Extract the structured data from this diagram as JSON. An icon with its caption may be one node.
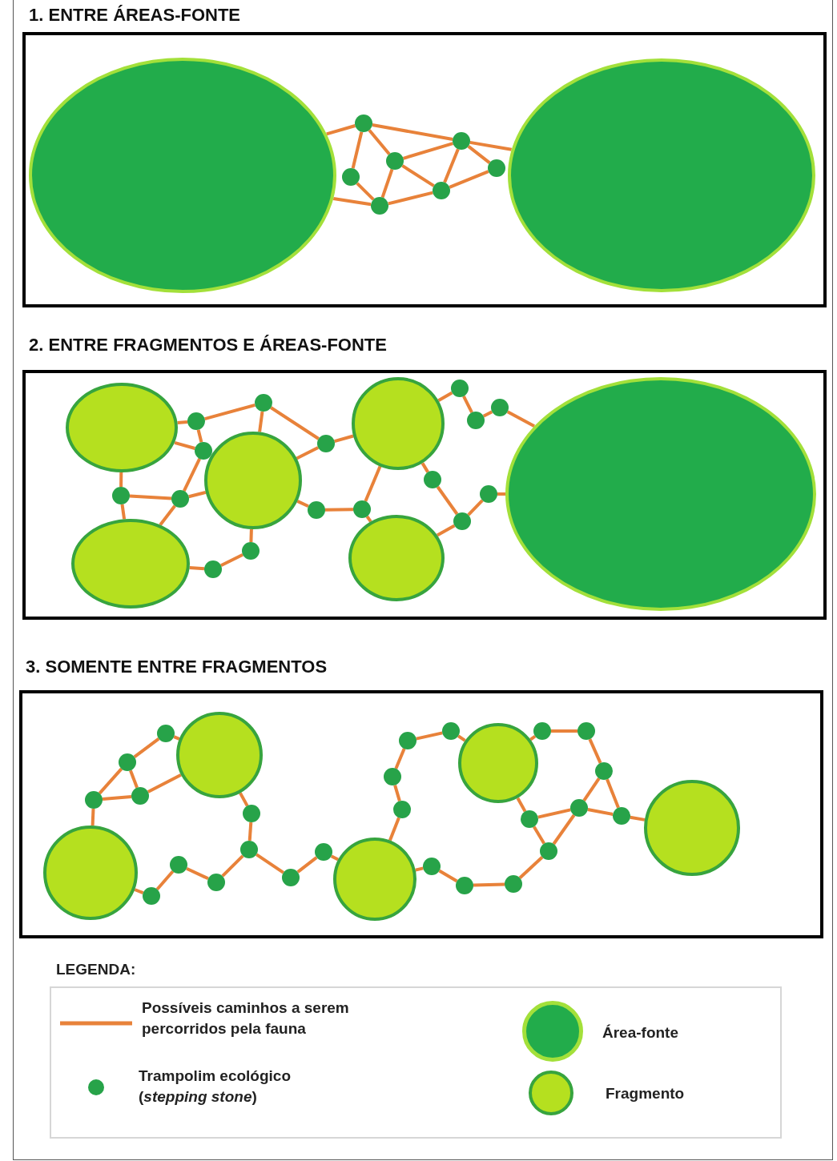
{
  "diagram": {
    "nodes": [
      {
        "text": [
          "1. ENTRE ÁREAS-FONTE"
        ]
      },
      {
        "text": [],
        "shape": "ellipse",
        "in": 0
      },
      {
        "text": [],
        "shape": "circle",
        "in": 0
      },
      {
        "text": [],
        "shape": "circle",
        "in": 0
      },
      {
        "text": [],
        "shape": "circle",
        "in": 0
      },
      {
        "text": [],
        "shape": "circle",
        "in": 0
      },
      {
        "text": [],
        "shape": "circle",
        "in": 0
      },
      {
        "text": [],
        "shape": "circle",
        "in": 0
      },
      {
        "text": [],
        "shape": "circle",
        "in": 0
      },
      {
        "text": [],
        "shape": "ellipse",
        "in": 0
      },
      {
        "text": [
          "2. ENTRE FRAGMENTOS E ÁREAS-FONTE"
        ]
      },
      {
        "text": [],
        "shape": "ellipse",
        "in": 10
      },
      {
        "text": [],
        "shape": "circle",
        "in": 10
      },
      {
        "text": [],
        "shape": "ellipse",
        "in": 10
      },
      {
        "text": [],
        "shape": "circle",
        "in": 10
      },
      {
        "text": [],
        "shape": "circle",
        "in": 10
      },
      {
        "text": [],
        "shape": "circle",
        "in": 10
      },
      {
        "text": [],
        "shape": "circle",
        "in": 10
      },
      {
        "text": [],
        "shape": "circle",
        "in": 10
      },
      {
        "text": [],
        "shape": "circle",
        "in": 10
      },
      {
        "text": [],
        "shape": "circle",
        "in": 10
      },
      {
        "text": [],
        "shape": "circle",
        "in": 10
      },
      {
        "text": [],
        "shape": "circle",
        "in": 10
      },
      {
        "text": [],
        "shape": "circle",
        "in": 10
      },
      {
        "text": [],
        "shape": "ellipse",
        "in": 10
      },
      {
        "text": [],
        "shape": "circle",
        "in": 10
      },
      {
        "text": [],
        "shape": "circle",
        "in": 10
      },
      {
        "text": [],
        "shape": "circle",
        "in": 10
      },
      {
        "text": [],
        "shape": "circle",
        "in": 10
      },
      {
        "text": [],
        "shape": "circle",
        "in": 10
      },
      {
        "text": [],
        "shape": "circle",
        "in": 10
      },
      {
        "text": [],
        "shape": "circle",
        "in": 10
      },
      {
        "text": [],
        "shape": "ellipse",
        "in": 10
      },
      {
        "text": [
          "3. SOMENTE ENTRE FRAGMENTOS"
        ]
      },
      {
        "text": [],
        "shape": "circle",
        "in": 33
      },
      {
        "text": [],
        "shape": "circle",
        "in": 33
      },
      {
        "text": [],
        "shape": "circle",
        "in": 33
      },
      {
        "text": [],
        "shape": "circle",
        "in": 33
      },
      {
        "text": [],
        "shape": "circle",
        "in": 33
      },
      {
        "text": [],
        "shape": "circle",
        "in": 33
      },
      {
        "text": [],
        "shape": "circle",
        "in": 33
      },
      {
        "text": [],
        "shape": "circle",
        "in": 33
      },
      {
        "text": [],
        "shape": "circle",
        "in": 33
      },
      {
        "text": [],
        "shape": "circle",
        "in": 33
      },
      {
        "text": [],
        "shape": "circle",
        "in": 33
      },
      {
        "text": [],
        "shape": "circle",
        "in": 33
      },
      {
        "text": [],
        "shape": "circle",
        "in": 33
      },
      {
        "text": [],
        "shape": "circle",
        "in": 33
      },
      {
        "text": [],
        "shape": "circle",
        "in": 33
      },
      {
        "text": [],
        "shape": "circle",
        "in": 33
      },
      {
        "text": [],
        "shape": "circle",
        "in": 33
      },
      {
        "text": [],
        "shape": "circle",
        "in": 33
      },
      {
        "text": [],
        "shape": "circle",
        "in": 33
      },
      {
        "text": [],
        "shape": "circle",
        "in": 33
      },
      {
        "text": [],
        "shape": "circle",
        "in": 33
      },
      {
        "text": [],
        "shape": "circle",
        "in": 33
      },
      {
        "text": [],
        "shape": "circle",
        "in": 33
      },
      {
        "text": [],
        "shape": "circle",
        "in": 33
      },
      {
        "text": [],
        "shape": "circle",
        "in": 33
      },
      {
        "text": [],
        "shape": "circle",
        "in": 33
      },
      {
        "text": [],
        "shape": "circle",
        "in": 33
      },
      {
        "text": [],
        "shape": "circle",
        "in": 33
      },
      {
        "text": [],
        "shape": "circle",
        "in": 33
      },
      {
        "text": [],
        "shape": "circle",
        "in": 33
      }
    ],
    "edges": [
      {
        "from": 1,
        "to": 3,
        "arrow": "none"
      },
      {
        "from": 1,
        "to": 4,
        "arrow": "none"
      },
      {
        "from": 3,
        "to": 2,
        "arrow": "none"
      },
      {
        "from": 3,
        "to": 5,
        "arrow": "none"
      },
      {
        "from": 3,
        "to": 7,
        "arrow": "none"
      },
      {
        "from": 2,
        "to": 4,
        "arrow": "none"
      },
      {
        "from": 5,
        "to": 4,
        "arrow": "none"
      },
      {
        "from": 5,
        "to": 7,
        "arrow": "none"
      },
      {
        "from": 5,
        "to": 6,
        "arrow": "none"
      },
      {
        "from": 7,
        "to": 6,
        "arrow": "none"
      },
      {
        "from": 7,
        "to": 9,
        "arrow": "none"
      },
      {
        "from": 4,
        "to": 6,
        "arrow": "none"
      },
      {
        "from": 6,
        "to": 8,
        "arrow": "none"
      },
      {
        "from": 7,
        "to": 8,
        "arrow": "none"
      },
      {
        "from": 11,
        "to": 15,
        "arrow": "none"
      },
      {
        "from": 15,
        "to": 20,
        "arrow": "none"
      },
      {
        "from": 20,
        "to": 19,
        "arrow": "none"
      },
      {
        "from": 15,
        "to": 16,
        "arrow": "none"
      },
      {
        "from": 11,
        "to": 16,
        "arrow": "none"
      },
      {
        "from": 16,
        "to": 14,
        "arrow": "none"
      },
      {
        "from": 14,
        "to": 13,
        "arrow": "none"
      },
      {
        "from": 20,
        "to": 22,
        "arrow": "none"
      },
      {
        "from": 22,
        "to": 19,
        "arrow": "none"
      },
      {
        "from": 22,
        "to": 25,
        "arrow": "none"
      },
      {
        "from": 11,
        "to": 12,
        "arrow": "none"
      },
      {
        "from": 12,
        "to": 13,
        "arrow": "none"
      },
      {
        "from": 12,
        "to": 14,
        "arrow": "none"
      },
      {
        "from": 14,
        "to": 19,
        "arrow": "none"
      },
      {
        "from": 25,
        "to": 27,
        "arrow": "none"
      },
      {
        "from": 27,
        "to": 29,
        "arrow": "none"
      },
      {
        "from": 29,
        "to": 31,
        "arrow": "none"
      },
      {
        "from": 31,
        "to": 32,
        "arrow": "none"
      },
      {
        "from": 25,
        "to": 26,
        "arrow": "none"
      },
      {
        "from": 26,
        "to": 28,
        "arrow": "none"
      },
      {
        "from": 28,
        "to": 30,
        "arrow": "none"
      },
      {
        "from": 30,
        "to": 32,
        "arrow": "none"
      },
      {
        "from": 25,
        "to": 23,
        "arrow": "none"
      },
      {
        "from": 19,
        "to": 21,
        "arrow": "none"
      },
      {
        "from": 21,
        "to": 23,
        "arrow": "none"
      },
      {
        "from": 23,
        "to": 24,
        "arrow": "none"
      },
      {
        "from": 28,
        "to": 24,
        "arrow": "none"
      },
      {
        "from": 19,
        "to": 18,
        "arrow": "none"
      },
      {
        "from": 18,
        "to": 17,
        "arrow": "none"
      },
      {
        "from": 17,
        "to": 13,
        "arrow": "none"
      },
      {
        "from": 42,
        "to": 39,
        "arrow": "none"
      },
      {
        "from": 39,
        "to": 36,
        "arrow": "none"
      },
      {
        "from": 36,
        "to": 35,
        "arrow": "none"
      },
      {
        "from": 36,
        "to": 37,
        "arrow": "none"
      },
      {
        "from": 35,
        "to": 37,
        "arrow": "none"
      },
      {
        "from": 37,
        "to": 42,
        "arrow": "none"
      },
      {
        "from": 35,
        "to": 34,
        "arrow": "none"
      },
      {
        "from": 42,
        "to": 44,
        "arrow": "none"
      },
      {
        "from": 44,
        "to": 43,
        "arrow": "none"
      },
      {
        "from": 43,
        "to": 41,
        "arrow": "none"
      },
      {
        "from": 41,
        "to": 40,
        "arrow": "none"
      },
      {
        "from": 40,
        "to": 38,
        "arrow": "none"
      },
      {
        "from": 38,
        "to": 34,
        "arrow": "none"
      },
      {
        "from": 43,
        "to": 45,
        "arrow": "none"
      },
      {
        "from": 45,
        "to": 46,
        "arrow": "none"
      },
      {
        "from": 46,
        "to": 47,
        "arrow": "none"
      },
      {
        "from": 47,
        "to": 49,
        "arrow": "none"
      },
      {
        "from": 49,
        "to": 48,
        "arrow": "none"
      },
      {
        "from": 48,
        "to": 50,
        "arrow": "none"
      },
      {
        "from": 50,
        "to": 52,
        "arrow": "none"
      },
      {
        "from": 52,
        "to": 54,
        "arrow": "none"
      },
      {
        "from": 54,
        "to": 57,
        "arrow": "none"
      },
      {
        "from": 57,
        "to": 60,
        "arrow": "none"
      },
      {
        "from": 60,
        "to": 61,
        "arrow": "none"
      },
      {
        "from": 61,
        "to": 62,
        "arrow": "none"
      },
      {
        "from": 62,
        "to": 63,
        "arrow": "none"
      },
      {
        "from": 61,
        "to": 59,
        "arrow": "none"
      },
      {
        "from": 59,
        "to": 58,
        "arrow": "none"
      },
      {
        "from": 59,
        "to": 56,
        "arrow": "none"
      },
      {
        "from": 59,
        "to": 62,
        "arrow": "none"
      },
      {
        "from": 54,
        "to": 56,
        "arrow": "none"
      },
      {
        "from": 56,
        "to": 58,
        "arrow": "none"
      },
      {
        "from": 58,
        "to": 55,
        "arrow": "none"
      },
      {
        "from": 55,
        "to": 53,
        "arrow": "none"
      },
      {
        "from": 53,
        "to": 51,
        "arrow": "none"
      },
      {
        "from": 51,
        "to": 47,
        "arrow": "none"
      }
    ],
    "labels": [
      "LEGENDA:"
    ],
    "legend": [
      {
        "text": "Possíveis caminhos a serem percorridos pela fauna"
      },
      {
        "text": "Trampolim ecológico (*stepping stone*)",
        "color": "#27a349"
      },
      {
        "text": "Área-fonte",
        "color": "#22ac4b"
      },
      {
        "text": "Fragmento",
        "color": "#b5e01f"
      }
    ]
  }
}
